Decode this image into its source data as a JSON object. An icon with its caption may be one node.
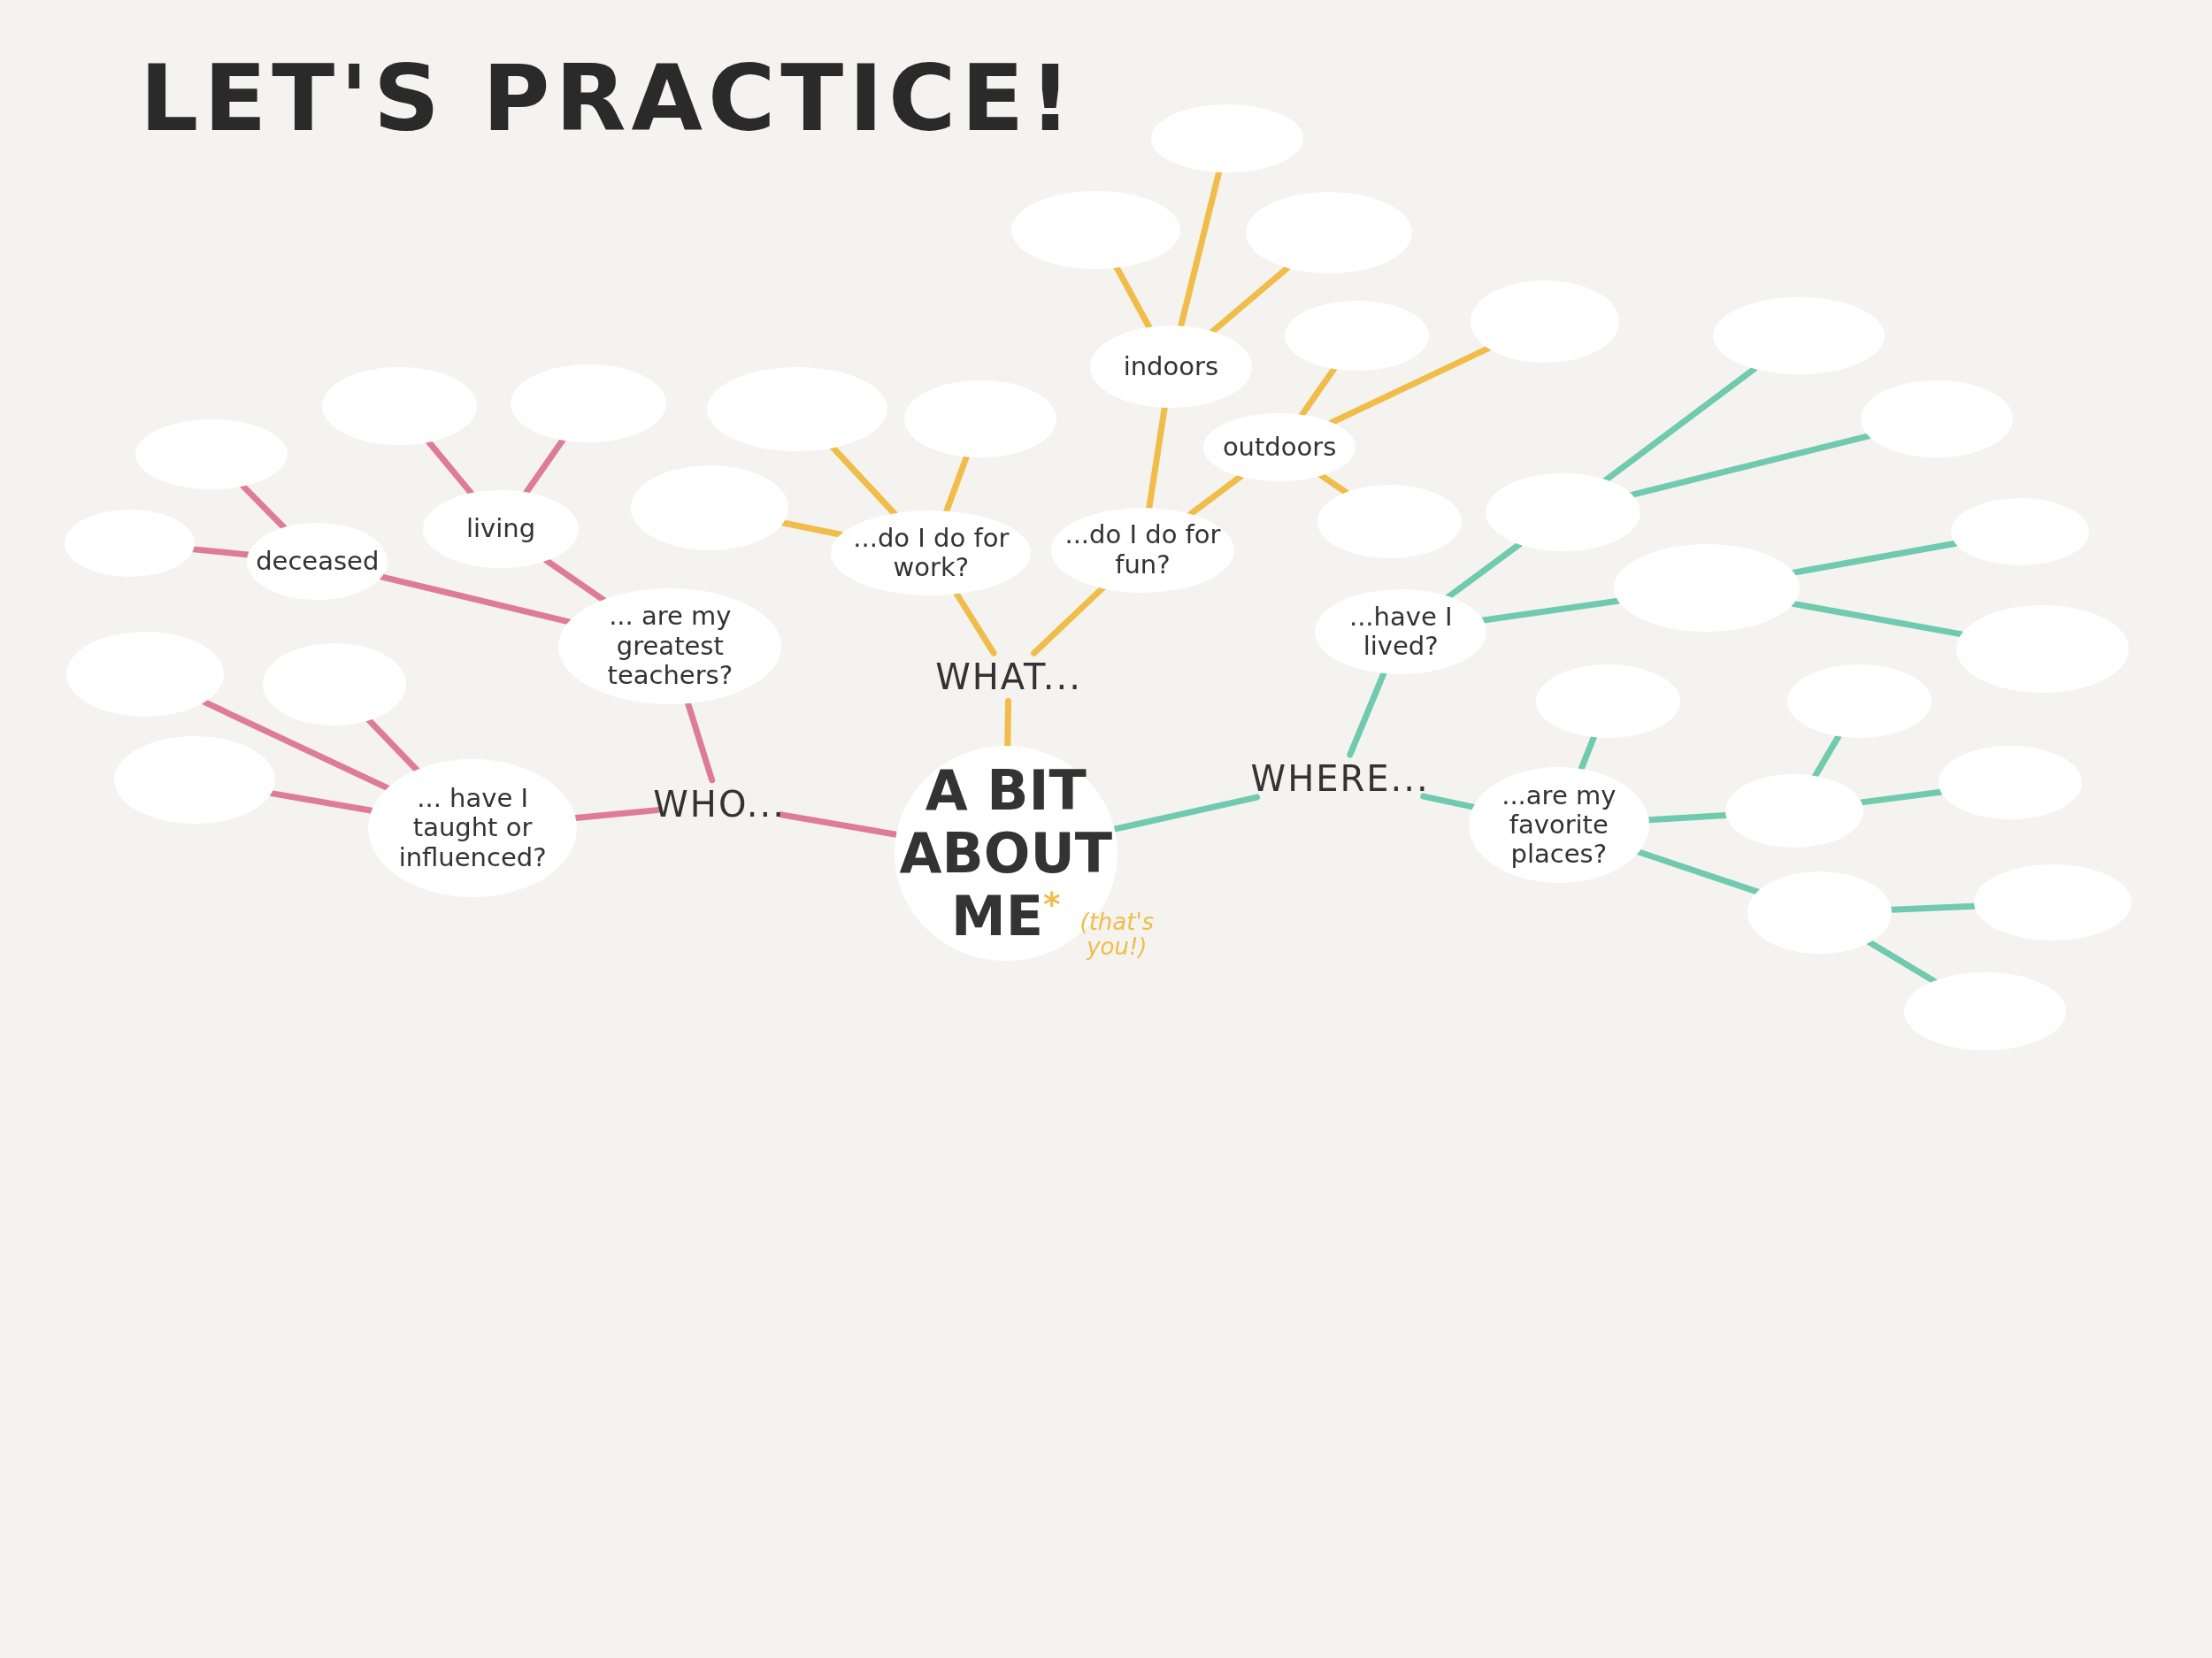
{
  "diagram": {
    "title": "LET'S PRACTICE!",
    "nodes": [
      {
        "text": [
          "A BIT ABOUT ME$^{*}$"
        ],
        "beside": [
          "(that's you!)"
        ]
      },
      {
        "text": [
          "WHO..."
        ]
      },
      {
        "text": [
          "WHAT..."
        ]
      },
      {
        "text": [
          "WHERE..."
        ]
      },
      {
        "text": [
          "... are my greatest teachers?"
        ]
      },
      {
        "text": [
          "... have I taught or influenced?"
        ]
      },
      {
        "text": [
          "living"
        ]
      },
      {
        "text": [
          "deceased"
        ]
      },
      {
        "text": [
          "...do I do for work?"
        ]
      },
      {
        "text": [
          "...do I do for fun?"
        ]
      },
      {
        "text": [
          "indoors"
        ]
      },
      {
        "text": [
          "outdoors"
        ]
      },
      {
        "text": [
          "...have I lived?"
        ]
      },
      {
        "text": [
          "...are my favorite places?"
        ]
      },
      {
        "text": [],
        "shape": "circle"
      },
      {
        "text": [],
        "shape": "circle"
      },
      {
        "text": [],
        "shape": "circle"
      },
      {
        "text": [],
        "shape": "circle"
      },
      {
        "text": [],
        "shape": "circle"
      },
      {
        "text": [],
        "shape": "circle"
      },
      {
        "text": [],
        "shape": "circle"
      },
      {
        "text": [],
        "shape": "circle"
      },
      {
        "text": [],
        "shape": "circle"
      },
      {
        "text": [],
        "shape": "circle"
      },
      {
        "text": [],
        "shape": "circle"
      },
      {
        "text": [],
        "shape": "circle"
      },
      {
        "text": [],
        "shape": "circle"
      },
      {
        "text": [],
        "shape": "circle"
      },
      {
        "text": [],
        "shape": "circle"
      },
      {
        "text": [],
        "shape": "circle"
      },
      {
        "text": [],
        "shape": "circle"
      },
      {
        "text": [],
        "shape": "circle"
      },
      {
        "text": [],
        "shape": "circle"
      },
      {
        "text": [],
        "shape": "circle"
      },
      {
        "text": [],
        "shape": "circle"
      },
      {
        "text": [],
        "shape": "circle"
      },
      {
        "text": [],
        "shape": "circle"
      },
      {
        "text": [],
        "shape": "circle"
      },
      {
        "text": [],
        "shape": "circle"
      },
      {
        "text": [],
        "shape": "circle"
      },
      {
        "text": [],
        "shape": "circle"
      },
      {
        "text": [],
        "shape": "circle"
      },
      {
        "text": [],
        "shape": "circle"
      }
    ],
    "edges": [
      {
        "from": 0,
        "to": 1,
        "arrow": "none",
        "color": "#de7b9a"
      },
      {
        "from": 1,
        "to": 4,
        "arrow": "none",
        "color": "#de7b9a"
      },
      {
        "from": 1,
        "to": 5,
        "arrow": "none",
        "color": "#de7b9a"
      },
      {
        "from": 4,
        "to": 6,
        "arrow": "none",
        "color": "#de7b9a"
      },
      {
        "from": 4,
        "to": 7,
        "arrow": "none",
        "color": "#de7b9a"
      },
      {
        "from": 6,
        "to": 19,
        "arrow": "none",
        "color": "#de7b9a"
      },
      {
        "from": 6,
        "to": 20,
        "arrow": "none",
        "color": "#de7b9a"
      },
      {
        "from": 7,
        "to": 17,
        "arrow": "none",
        "color": "#de7b9a"
      },
      {
        "from": 7,
        "to": 14,
        "arrow": "none",
        "color": "#de7b9a"
      },
      {
        "from": 5,
        "to": 15,
        "arrow": "none",
        "color": "#de7b9a"
      },
      {
        "from": 5,
        "to": 18,
        "arrow": "none",
        "color": "#de7b9a"
      },
      {
        "from": 5,
        "to": 16,
        "arrow": "none",
        "color": "#de7b9a"
      },
      {
        "from": 0,
        "to": 2,
        "arrow": "none",
        "color": "#f0bd4a"
      },
      {
        "from": 2,
        "to": 8,
        "arrow": "none",
        "color": "#f0bd4a"
      },
      {
        "from": 2,
        "to": 9,
        "arrow": "none",
        "color": "#f0bd4a"
      },
      {
        "from": 8,
        "to": 21,
        "arrow": "none",
        "color": "#f0bd4a"
      },
      {
        "from": 8,
        "to": 22,
        "arrow": "none",
        "color": "#f0bd4a"
      },
      {
        "from": 8,
        "to": 23,
        "arrow": "none",
        "color": "#f0bd4a"
      },
      {
        "from": 9,
        "to": 10,
        "arrow": "none",
        "color": "#f0bd4a"
      },
      {
        "from": 9,
        "to": 11,
        "arrow": "none",
        "color": "#f0bd4a"
      },
      {
        "from": 10,
        "to": 24,
        "arrow": "none",
        "color": "#f0bd4a"
      },
      {
        "from": 10,
        "to": 25,
        "arrow": "none",
        "color": "#f0bd4a"
      },
      {
        "from": 10,
        "to": 26,
        "arrow": "none",
        "color": "#f0bd4a"
      },
      {
        "from": 11,
        "to": 27,
        "arrow": "none",
        "color": "#f0bd4a"
      },
      {
        "from": 11,
        "to": 29,
        "arrow": "none",
        "color": "#f0bd4a"
      },
      {
        "from": 11,
        "to": 28,
        "arrow": "none",
        "color": "#f0bd4a"
      },
      {
        "from": 0,
        "to": 3,
        "arrow": "none"
      },
      {
        "from": 3,
        "to": 12,
        "arrow": "none"
      },
      {
        "from": 3,
        "to": 13,
        "arrow": "none"
      },
      {
        "from": 12,
        "to": 30,
        "arrow": "none"
      },
      {
        "from": 12,
        "to": 32,
        "arrow": "none"
      },
      {
        "from": 30,
        "to": 34,
        "arrow": "none"
      },
      {
        "from": 30,
        "to": 37,
        "arrow": "none"
      },
      {
        "from": 32,
        "to": 40,
        "arrow": "none"
      },
      {
        "from": 32,
        "to": 41,
        "arrow": "none"
      },
      {
        "from": 13,
        "to": 31,
        "arrow": "none"
      },
      {
        "from": 13,
        "to": 33,
        "arrow": "none"
      },
      {
        "from": 13,
        "to": 35,
        "arrow": "none"
      },
      {
        "from": 33,
        "to": 36,
        "arrow": "none"
      },
      {
        "from": 33,
        "to": 39,
        "arrow": "none"
      },
      {
        "from": 35,
        "to": 42,
        "arrow": "none"
      },
      {
        "from": 35,
        "to": 38,
        "arrow": "none"
      }
    ]
  }
}
